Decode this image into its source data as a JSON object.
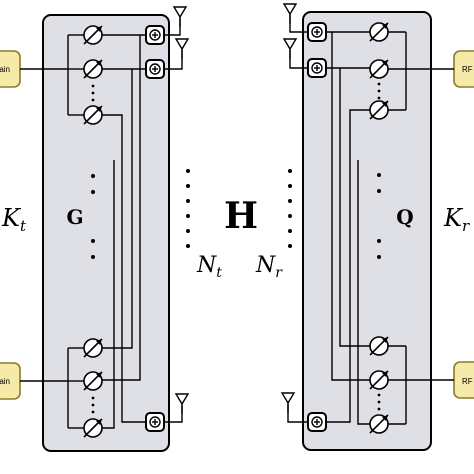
{
  "diagram": {
    "center_matrix": "H",
    "left": {
      "matrix": "G",
      "rf_label": "RF chain",
      "rf_count_label_main": "K",
      "rf_count_label_sub": "t",
      "antenna_label_main": "N",
      "antenna_label_sub": "t"
    },
    "right": {
      "matrix": "Q",
      "rf_label": "RF chain",
      "rf_count_label_main": "K",
      "rf_count_label_sub": "r",
      "antenna_label_main": "N",
      "antenna_label_sub": "r"
    },
    "colors": {
      "panel_fill": "#dfe0e6",
      "rf_fill": "#f6eaa8",
      "rf_stroke": "#8a7a2a",
      "line": "#000000"
    },
    "icons": [
      "phase-shifter-icon",
      "combiner-icon",
      "antenna-icon",
      "ellipsis-icon"
    ]
  }
}
